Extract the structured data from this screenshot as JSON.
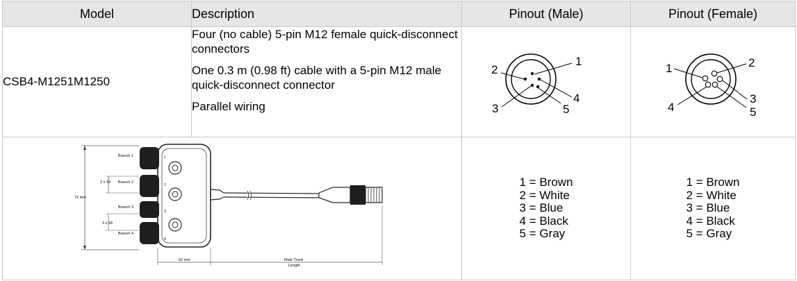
{
  "headers": {
    "model": "Model",
    "description": "Description",
    "pinout_male": "Pinout (Male)",
    "pinout_female": "Pinout (Female)"
  },
  "model": "CSB4-M1251M1250",
  "description": [
    "Four (no cable) 5-pin M12 female quick-disconnect connectors",
    "One 0.3 m (0.98 ft) cable with a 5-pin M12 male quick-disconnect connector",
    "Parallel wiring"
  ],
  "male_pins": [
    "1",
    "2",
    "3",
    "4",
    "5"
  ],
  "female_pins": [
    "1",
    "2",
    "3",
    "4",
    "5"
  ],
  "wire_colors_male": [
    "1 = Brown",
    "2 = White",
    "3 = Blue",
    "4 = Black",
    "5 = Gray"
  ],
  "wire_colors_female": [
    "1 = Brown",
    "2 = White",
    "3 = Blue",
    "4 = Black",
    "5 = Gray"
  ],
  "drawing": {
    "branch_labels": [
      "Branch 1",
      "Branch 2",
      "Branch 3",
      "Branch 4"
    ],
    "port_numbers": [
      "1",
      "2",
      "3",
      "4"
    ],
    "dim_height": "72 mm",
    "dim_width": "52 mm",
    "dim_pitch_top": "2 x 19",
    "dim_pitch_bottom": "3 x 18",
    "trunk_label_line1": "Male Trunk",
    "trunk_label_line2": "Length"
  }
}
